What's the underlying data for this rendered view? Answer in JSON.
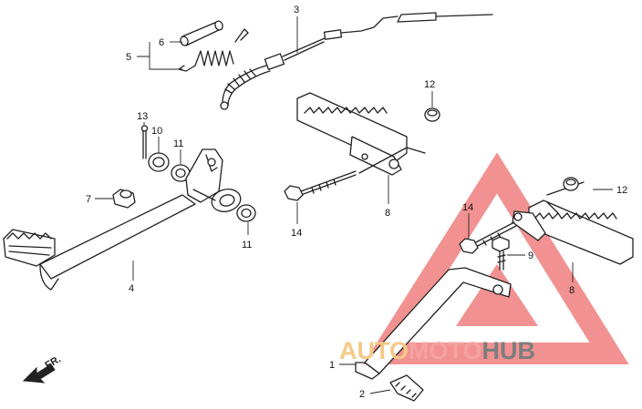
{
  "callouts": {
    "p1": "1",
    "p2": "2",
    "p3": "3",
    "p4": "4",
    "p5": "5",
    "p6": "6",
    "p7": "7",
    "p8a": "8",
    "p8b": "8",
    "p9": "9",
    "p10": "10",
    "p11a": "11",
    "p11b": "11",
    "p12a": "12",
    "p12b": "12",
    "p13": "13",
    "p14a": "14",
    "p14b": "14"
  },
  "direction_label": "FR.",
  "watermark": {
    "part_auto": "AUTO",
    "part_moto": "MOTO",
    "part_hub": "HUB",
    "color_auto": "#f5c987",
    "color_moto": "#f4a2a2",
    "color_hub": "#7d7d7d",
    "triangle_color": "#f07e7e"
  }
}
